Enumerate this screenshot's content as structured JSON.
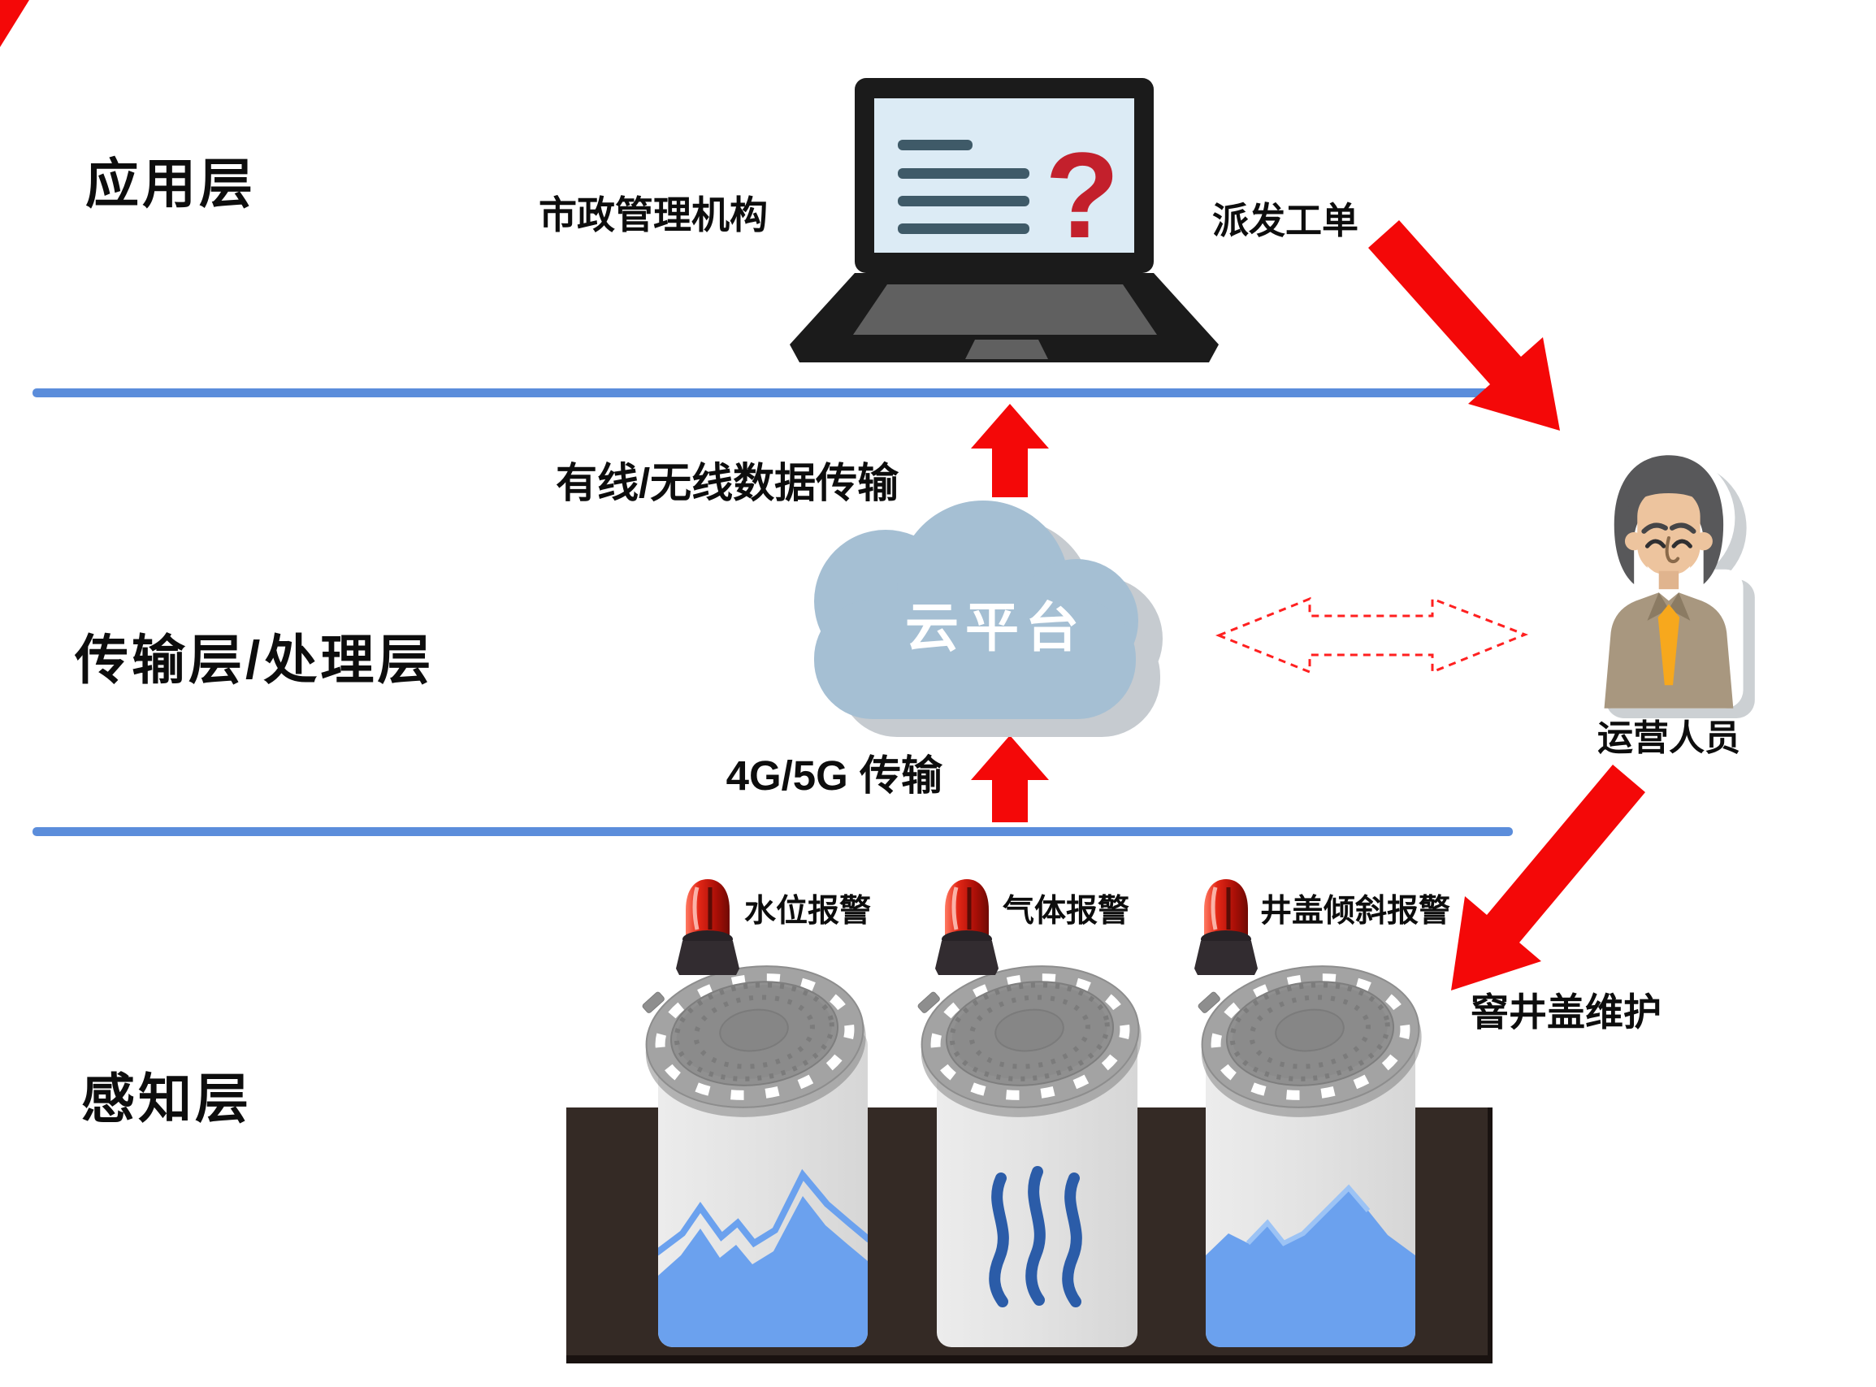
{
  "colors": {
    "accent_red": "#f40808",
    "separator_blue": "#5b8ddb",
    "cloud_blue": "#a5bfd3",
    "water_blue": "#6ba1ee",
    "gas_blue": "#2b5ca8",
    "ground_brown": "#342a25",
    "screen_blue": "#dcebf5",
    "question_red": "#c3202c",
    "tie_orange": "#f7a81d"
  },
  "layers": {
    "application": {
      "label": "应用层"
    },
    "transport": {
      "label": "传输层/处理层"
    },
    "perception": {
      "label": "感知层"
    }
  },
  "application_layer": {
    "org_label": "市政管理机构",
    "screen_question_mark": "?",
    "dispatch_work_order": "派发工单"
  },
  "transport_layer": {
    "wired_wireless_label": "有线/无线数据传输",
    "cloud_platform": "云平台",
    "mobile_label": "4G/5G 传输"
  },
  "operator": {
    "label": "运营人员"
  },
  "perception_layer": {
    "alarms": [
      {
        "label": "水位报警"
      },
      {
        "label": "气体报警"
      },
      {
        "label": "井盖倾斜报警"
      }
    ],
    "maintenance_label": "窨井盖维护"
  }
}
